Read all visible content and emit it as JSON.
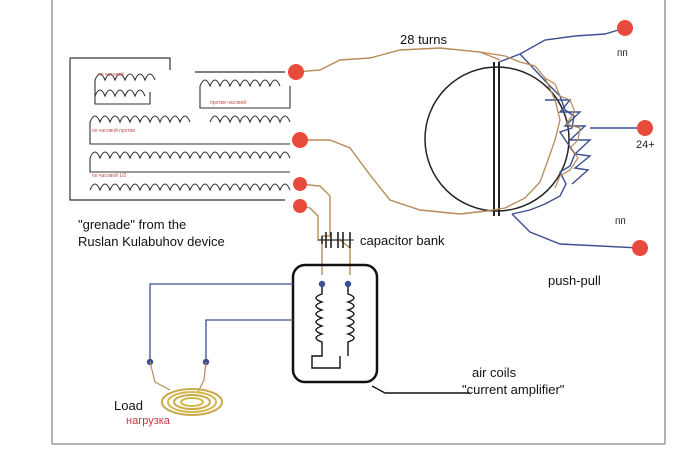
{
  "labels": {
    "turns": "28 turns",
    "pp_top": "пп",
    "plus24": "24+",
    "pp_bottom": "пп",
    "grenade_line1": "\"grenade\" from the",
    "grenade_line2": "Ruslan Kulabuhov device",
    "capacitor_bank": "capacitor bank",
    "push_pull": "push-pull",
    "air_coils_line1": "air coils",
    "air_coils_line2": "\"current amplifier\"",
    "load": "Load",
    "load_ru": "нагрузка",
    "coil_note_1": "по часовой",
    "coil_note_2": "против часовой",
    "coil_note_3": "по часовой против",
    "coil_note_4": "по часовой 1/2"
  },
  "colors": {
    "wire_brown": "#b88a5a",
    "wire_blue": "#3d4f8f",
    "wire_dark": "#222222",
    "terminal_red": "#e84a3c",
    "coil_gold": "#d4b84a",
    "accent_red": "#c0504d",
    "load_text_red": "#cc3344"
  }
}
